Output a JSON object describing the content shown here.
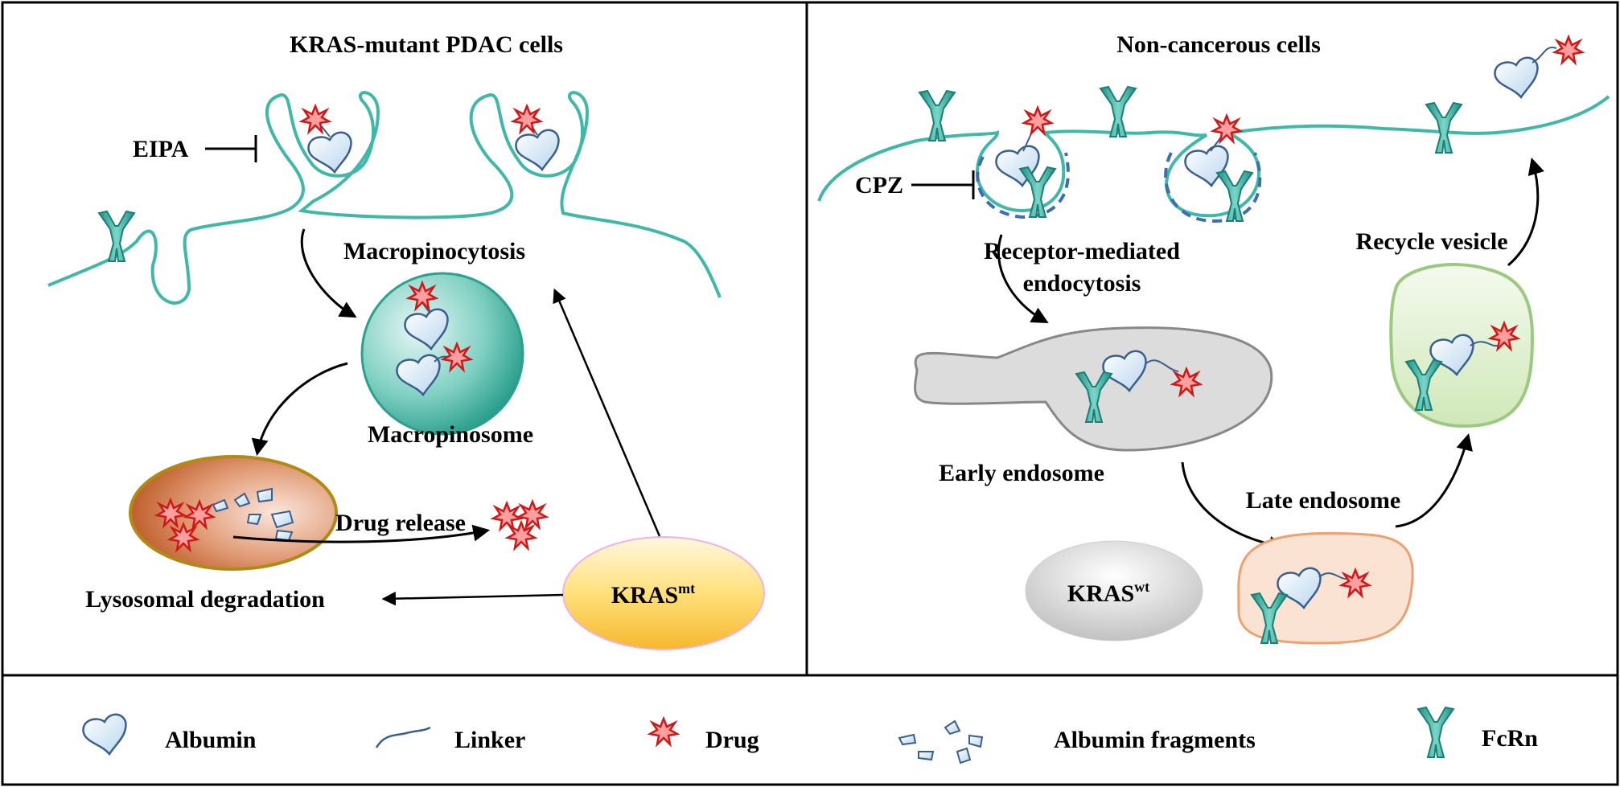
{
  "left_panel": {
    "title": "KRAS-mutant PDAC cells",
    "inhibitor": "EIPA",
    "process": "Macropinocytosis",
    "vesicle": "Macropinosome",
    "lysosome": "Lysosomal degradation",
    "release": "Drug release",
    "kras_main": "KRAS",
    "kras_sup": "mt"
  },
  "right_panel": {
    "title": "Non-cancerous cells",
    "inhibitor": "CPZ",
    "process_line1": "Receptor-mediated",
    "process_line2": "endocytosis",
    "early": "Early endosome",
    "late": "Late endosome",
    "recycle": "Recycle vesicle",
    "kras_main": "KRAS",
    "kras_sup": "wt"
  },
  "legend": {
    "albumin": "Albumin",
    "linker": "Linker",
    "drug": "Drug",
    "fragments": "Albumin fragments",
    "fcrn": "FcRn"
  },
  "colors": {
    "membrane": "#3fb8a8",
    "fcrn": "#2fa89a",
    "albumin_stroke": "#3a5f8f",
    "albumin_fill": "#dceaf7",
    "drug": "#e02020",
    "coated_pit": "#3b6fb0"
  }
}
